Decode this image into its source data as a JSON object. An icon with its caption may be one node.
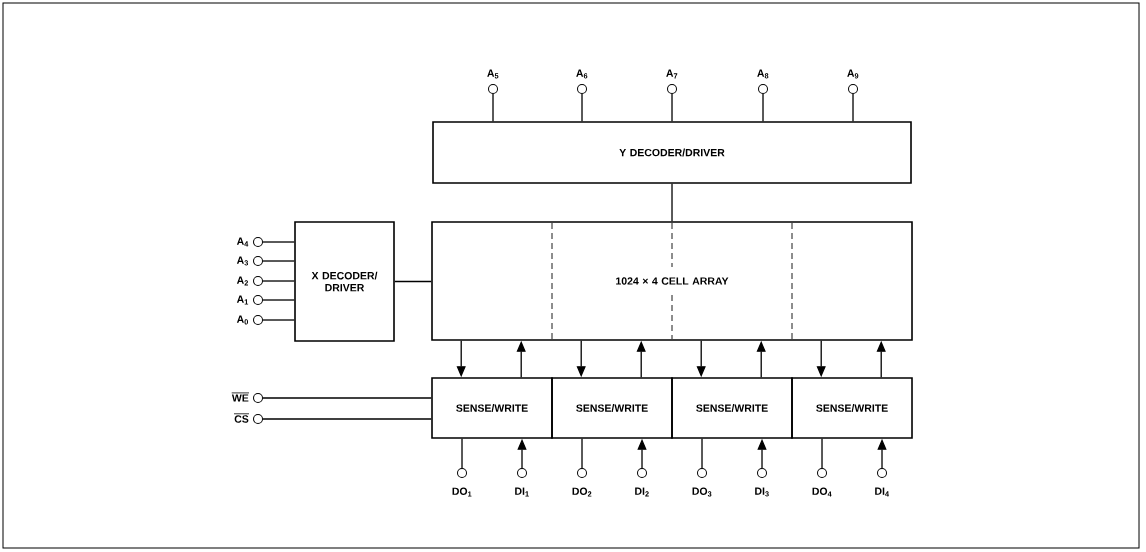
{
  "diagram": {
    "nodes": [
      {
        "text": [
          "A$_{5}$"
        ]
      },
      {
        "text": [
          "A$_{6}$"
        ]
      },
      {
        "text": [
          "A$_{7}$"
        ]
      },
      {
        "text": [
          "A$_{8}$"
        ]
      },
      {
        "text": [
          "A$_{9}$"
        ]
      },
      {
        "text": [
          "Y DECODER/DRIVER"
        ]
      },
      {
        "text": [
          "A$_{4}$"
        ]
      },
      {
        "text": [
          "A$_{3}$"
        ]
      },
      {
        "text": [
          "A$_{2}$"
        ]
      },
      {
        "text": [
          "A$_{1}$"
        ]
      },
      {
        "text": [
          "A$_{0}$"
        ]
      },
      {
        "text": [
          "X DECODER/ DRIVER"
        ]
      },
      {
        "text": [
          "1024 × 4 CELL ARRAY"
        ]
      },
      {
        "text": [
          "WE"
        ]
      },
      {
        "text": [
          "CS"
        ]
      },
      {
        "text": [
          "SENSE/WRITE"
        ]
      },
      {
        "text": [
          "SENSE/WRITE"
        ]
      },
      {
        "text": [
          "SENSE/WRITE"
        ]
      },
      {
        "text": [
          "SENSE/WRITE"
        ]
      },
      {
        "text": [
          "DO$_{1}$"
        ]
      },
      {
        "text": [
          "DI$_{1}$"
        ]
      },
      {
        "text": [
          "DO$_{2}$"
        ]
      },
      {
        "text": [
          "DI$_{2}$"
        ]
      },
      {
        "text": [
          "DO$_{3}$"
        ]
      },
      {
        "text": [
          "DI$_{3}$"
        ]
      },
      {
        "text": [
          "DO$_{4}$"
        ]
      },
      {
        "text": [
          "DI$_{4}$"
        ]
      }
    ],
    "edges": [
      {
        "from": 0,
        "to": 5,
        "arrow": "none"
      },
      {
        "from": 1,
        "to": 5,
        "arrow": "none"
      },
      {
        "from": 2,
        "to": 5,
        "arrow": "none"
      },
      {
        "from": 3,
        "to": 5,
        "arrow": "none"
      },
      {
        "from": 4,
        "to": 5,
        "arrow": "none"
      },
      {
        "from": 5,
        "to": 12,
        "arrow": "none"
      },
      {
        "from": 6,
        "to": 11,
        "arrow": "none"
      },
      {
        "from": 7,
        "to": 11,
        "arrow": "none"
      },
      {
        "from": 8,
        "to": 11,
        "arrow": "none"
      },
      {
        "from": 9,
        "to": 11,
        "arrow": "none"
      },
      {
        "from": 10,
        "to": 11,
        "arrow": "none"
      },
      {
        "from": 11,
        "to": 12,
        "arrow": "none"
      },
      {
        "from": 13,
        "to": 15,
        "arrow": "none"
      },
      {
        "from": 14,
        "to": 15,
        "arrow": "none"
      },
      {
        "from": 12,
        "to": 15,
        "arrow": "to"
      },
      {
        "from": 15,
        "to": 12,
        "arrow": "to"
      },
      {
        "from": 12,
        "to": 16,
        "arrow": "to"
      },
      {
        "from": 16,
        "to": 12,
        "arrow": "to"
      },
      {
        "from": 12,
        "to": 17,
        "arrow": "to"
      },
      {
        "from": 17,
        "to": 12,
        "arrow": "to"
      },
      {
        "from": 12,
        "to": 18,
        "arrow": "to"
      },
      {
        "from": 18,
        "to": 12,
        "arrow": "to"
      },
      {
        "from": 15,
        "to": 19,
        "arrow": "none"
      },
      {
        "from": 20,
        "to": 15,
        "arrow": "to"
      },
      {
        "from": 16,
        "to": 21,
        "arrow": "none"
      },
      {
        "from": 22,
        "to": 16,
        "arrow": "to"
      },
      {
        "from": 17,
        "to": 23,
        "arrow": "none"
      },
      {
        "from": 24,
        "to": 17,
        "arrow": "to"
      },
      {
        "from": 18,
        "to": 25,
        "arrow": "none"
      },
      {
        "from": 26,
        "to": 18,
        "arrow": "to"
      }
    ]
  }
}
